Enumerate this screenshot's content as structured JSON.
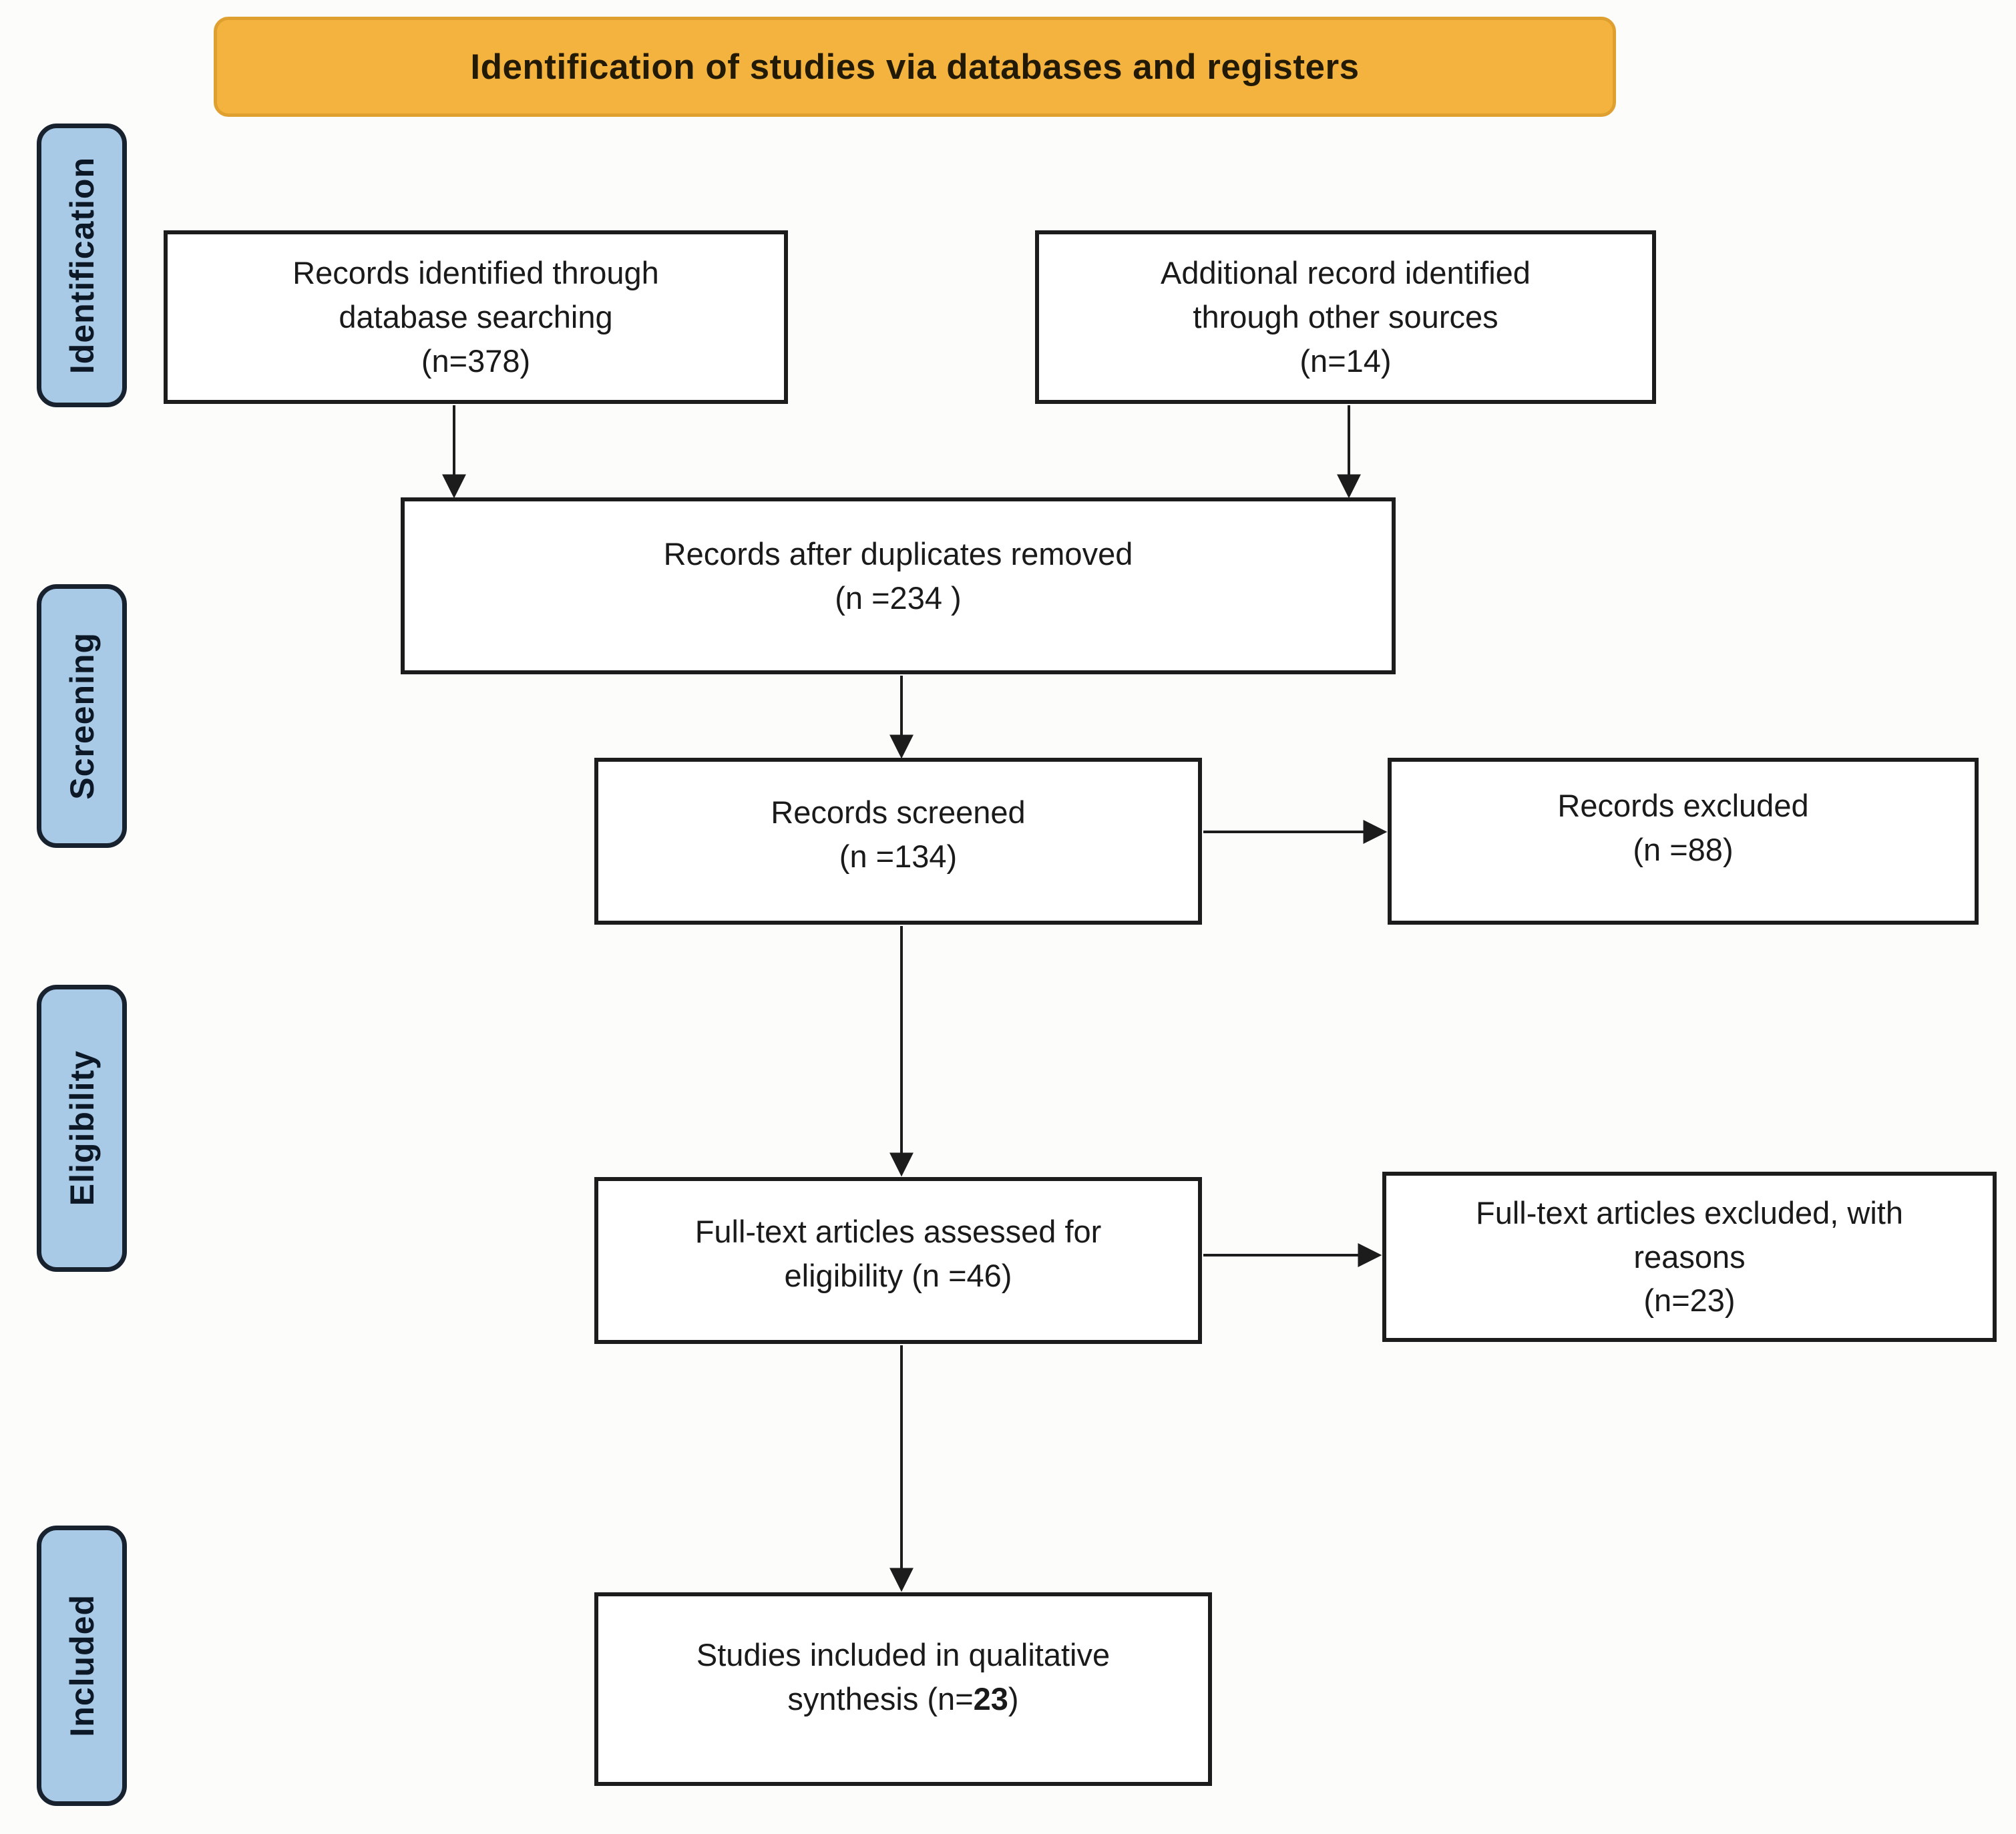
{
  "banner": {
    "label": "Identification of studies via databases and registers"
  },
  "stages": [
    {
      "label": "Identification"
    },
    {
      "label": "Screening"
    },
    {
      "label": "Eligibility"
    },
    {
      "label": "Included"
    }
  ],
  "boxes": {
    "identified": {
      "text": "Records identified through\ndatabase searching\n(n=378)"
    },
    "additional": {
      "text": "Additional record identified\nthrough other sources\n(n=14)"
    },
    "deduplicated": {
      "text": "Records after duplicates removed\n(n =234 )"
    },
    "screened": {
      "text": "Records screened\n(n =134)"
    },
    "records_excluded": {
      "text": "Records excluded\n(n =88)"
    },
    "fulltext_assessed": {
      "text": "Full-text articles assessed for\neligibility (n =46)"
    },
    "fulltext_excluded": {
      "text": "Full-text articles excluded, with\nreasons\n(n=23)"
    },
    "included": {
      "prefix": "Studies included in qualitative\nsynthesis (n=",
      "bold": "23",
      "suffix": ")"
    }
  },
  "colors": {
    "banner_fill": "#F3B33E",
    "banner_border": "#DFA02F",
    "stage_fill": "#A9CAE7",
    "stage_border": "#18222E",
    "box_fill": "#FFFFFF",
    "box_border": "#1C1C1C",
    "arrow": "#1C1C1C",
    "background": "#FCFCFA",
    "text": "#1A1A1A"
  }
}
